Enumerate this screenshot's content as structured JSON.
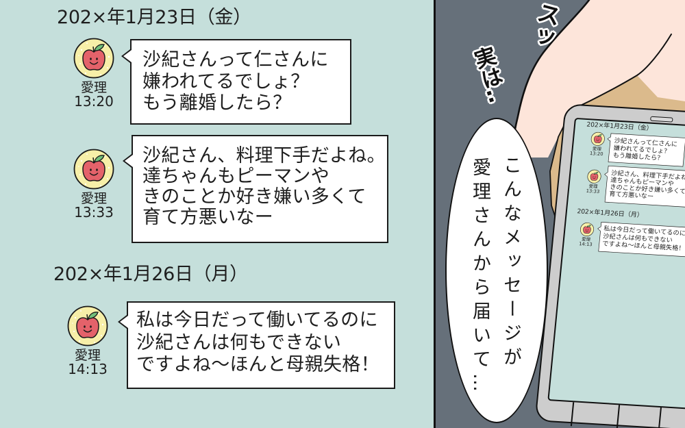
{
  "chat": {
    "days": [
      {
        "date": "202×年1月23日（金）",
        "messages": [
          {
            "sender": "愛理",
            "avatar_icon": "apple-face-icon",
            "time": "13:20",
            "lines": [
              "沙紀さんって仁さんに",
              "嫌われてるでしょ？",
              "もう離婚したら？"
            ]
          },
          {
            "sender": "愛理",
            "avatar_icon": "apple-face-icon",
            "time": "13:33",
            "lines": [
              "沙紀さん、料理下手だよね。",
              "達ちゃんもピーマンや",
              "きのことか好き嫌い多くて",
              "育て方悪いなー"
            ]
          }
        ]
      },
      {
        "date": "202×年1月26日（月）",
        "messages": [
          {
            "sender": "愛理",
            "avatar_icon": "apple-face-icon",
            "time": "14:13",
            "lines": [
              "私は今日だって働いてるのに",
              "沙紀さんは何もできない",
              "ですよね〜ほんと母親失格！"
            ]
          }
        ]
      }
    ]
  },
  "scene": {
    "sound_effects": [
      "スッ",
      "実は‥"
    ],
    "speech_bubble": {
      "lines": [
        "こんなメッセージが",
        "愛理さんから届いて…"
      ]
    }
  },
  "colors": {
    "chat_bg": "#c5dfdb",
    "panel_bg": "#66707a",
    "bubble_bg": "#ffffff",
    "skin": "#fde5da",
    "hair": "#dbba8c",
    "tablet_bezel": "#cdcdcd",
    "avatar_bg": "#f7efa8",
    "apple": "#e4626a",
    "leaf": "#72bf7b"
  }
}
